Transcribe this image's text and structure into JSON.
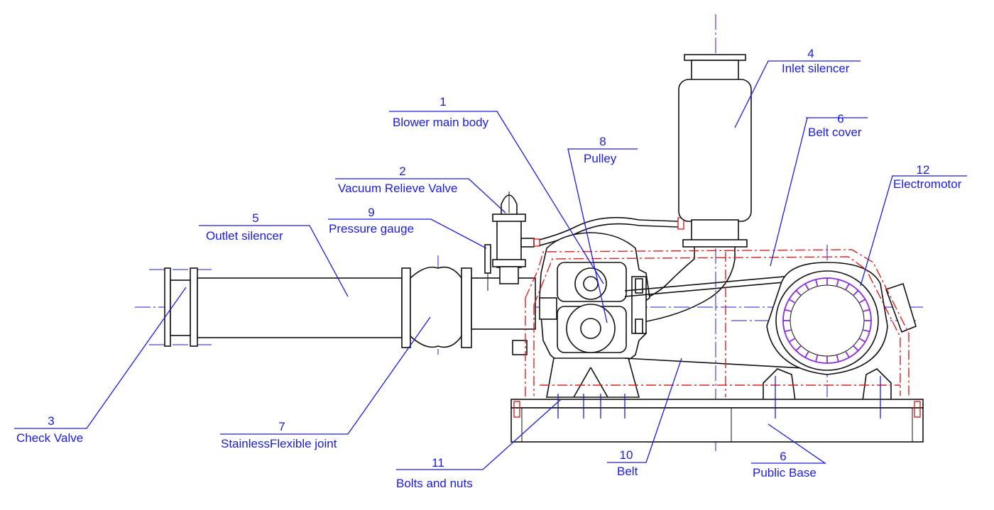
{
  "colors": {
    "label": "#1a1ae6",
    "outline": "#111111",
    "cover": "#e02020",
    "motor_fins": "#8a2be2"
  },
  "callouts": [
    {
      "key": "c1",
      "number": "1",
      "text": "Blower main body"
    },
    {
      "key": "c2",
      "number": "2",
      "text": "Vacuum Relieve Valve"
    },
    {
      "key": "c3",
      "number": "3",
      "text": "Check Valve"
    },
    {
      "key": "c4",
      "number": "4",
      "text": "Inlet silencer"
    },
    {
      "key": "c5",
      "number": "5",
      "text": "Outlet silencer"
    },
    {
      "key": "c6a",
      "number": "6",
      "text": "Belt cover"
    },
    {
      "key": "c6b",
      "number": "6",
      "text": "Public Base"
    },
    {
      "key": "c7",
      "number": "7",
      "text": "StainlessFlexible joint"
    },
    {
      "key": "c8",
      "number": "8",
      "text": "Pulley"
    },
    {
      "key": "c9",
      "number": "9",
      "text": "Pressure gauge"
    },
    {
      "key": "c10",
      "number": "10",
      "text": "Belt"
    },
    {
      "key": "c11",
      "number": "11",
      "text": "Bolts and nuts"
    },
    {
      "key": "c12",
      "number": "12",
      "text": "Electromotor"
    }
  ]
}
